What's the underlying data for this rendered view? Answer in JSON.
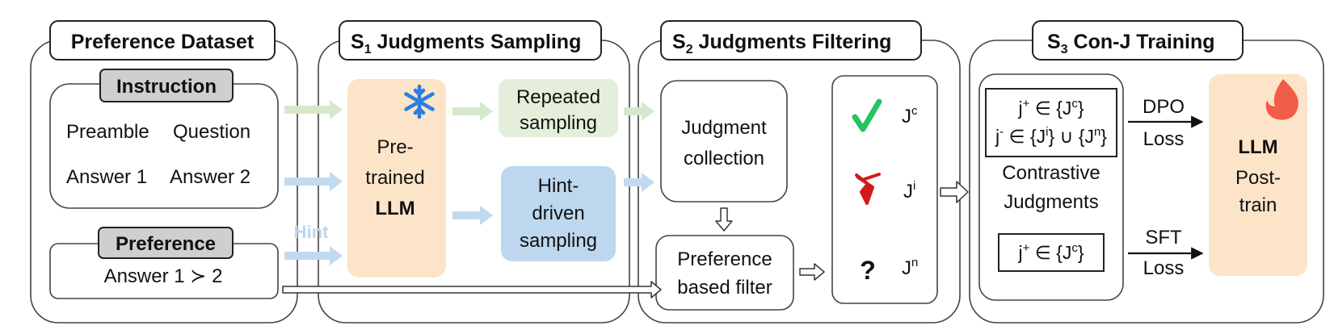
{
  "panels": {
    "dataset": {
      "title": "Preference Dataset",
      "instruction_label": "Instruction",
      "preamble": "Preamble",
      "question": "Question",
      "answer1": "Answer 1",
      "answer2": "Answer 2",
      "preference_label": "Preference",
      "preference_value": "Answer 1 ≻ 2",
      "hint_label": "Hint"
    },
    "sampling": {
      "title_prefix": "S",
      "title_sub": "1",
      "title_rest": " Judgments Sampling",
      "llm_line1": "Pre-",
      "llm_line2": "trained",
      "llm_line3": "LLM",
      "repeated_line1": "Repeated",
      "repeated_line2": "sampling",
      "hint_line1": "Hint-",
      "hint_line2": "driven",
      "hint_line3": "sampling"
    },
    "filtering": {
      "title_prefix": "S",
      "title_sub": "2",
      "title_rest": " Judgments Filtering",
      "collection_line1": "Judgment",
      "collection_line2": "collection",
      "filter_line1": "Preference",
      "filter_line2": "based filter",
      "j_base": "J",
      "jc_sup": "c",
      "ji_sup": "i",
      "jn_sup": "n",
      "question_mark": "?"
    },
    "training": {
      "title_prefix": "S",
      "title_sub": "3",
      "title_rest": " Con-J Training",
      "eq1_pre": "j",
      "eq1_sup": "+",
      "eq1_mid": " ∈ {J",
      "eq1_sup2": "c",
      "eq1_end": "}",
      "eq2_pre": "j",
      "eq2_sup": "-",
      "eq2_mid": " ∈ {J",
      "eq2_sup2": "i",
      "eq2_mid2": "} ∪ {J",
      "eq2_sup3": "n",
      "eq2_end": "}",
      "contrastive_line1": "Contrastive",
      "contrastive_line2": "Judgments",
      "dpo_line1": "DPO",
      "dpo_line2": "Loss",
      "sft_line1": "SFT",
      "sft_line2": "Loss",
      "llm_line1": "LLM",
      "llm_line2": "Post-",
      "llm_line3": "train"
    }
  },
  "colors": {
    "green_box": "#e4efdb",
    "blue_box": "#bdd7ee",
    "orange_box": "#fce4c8",
    "grey_label": "#d0cece",
    "green_arrow": "#d6e8cc",
    "blue_arrow": "#c2daf0",
    "hint_text": "#bdd7ee",
    "check": "#22c55e",
    "cross": "#d11a1a",
    "snowflake": "#2a7de1",
    "flame": "#f25c4a"
  }
}
